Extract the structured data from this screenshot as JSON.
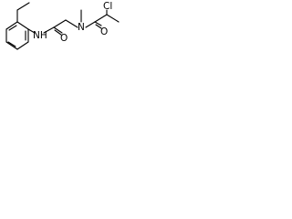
{
  "molecule": {
    "atoms": {
      "chlorine": "Cl",
      "nitrogen_amide": "NH",
      "oxygen_amide": "O",
      "nitrogen_methyl": "N",
      "oxygen_acyl": "O"
    }
  }
}
